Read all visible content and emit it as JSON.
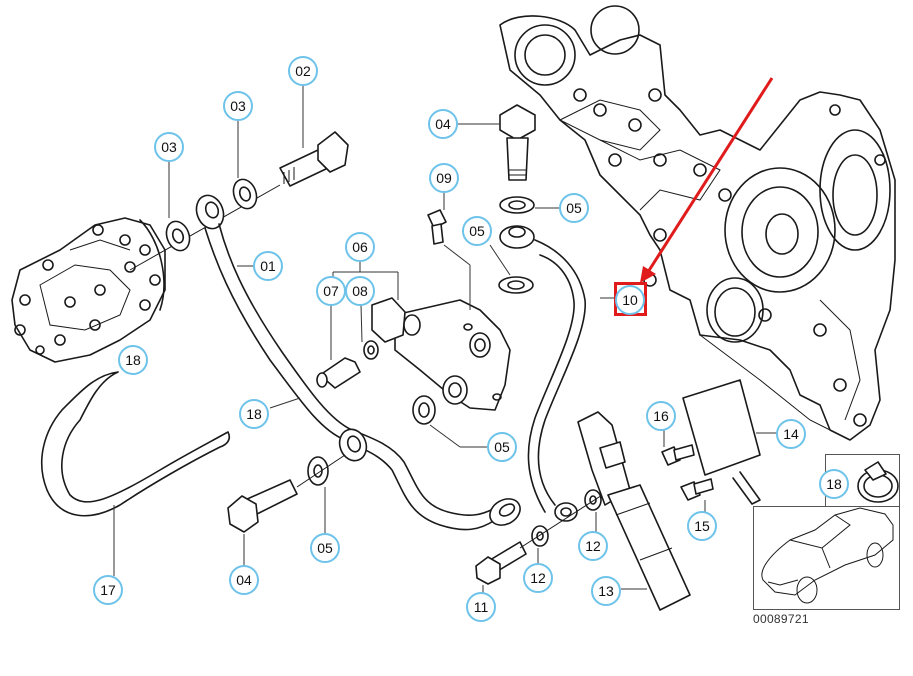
{
  "diagram": {
    "type": "exploded-parts-diagram",
    "subject": "Power steering pump pressure lines with pressure control valve and solenoid",
    "reference_number": "00089721",
    "accent_color": "#6ec3ea",
    "highlight_color": "#e01b1b",
    "highlighted_part": "10",
    "callouts": [
      {
        "id": "c01",
        "label": "01",
        "part": "pressure hose (pump to valve)"
      },
      {
        "id": "c02",
        "label": "02",
        "part": "hollow bolt"
      },
      {
        "id": "c03a",
        "label": "03",
        "part": "seal ring"
      },
      {
        "id": "c03b",
        "label": "03",
        "part": "seal ring"
      },
      {
        "id": "c04a",
        "label": "04",
        "part": "hollow bolt"
      },
      {
        "id": "c04b",
        "label": "04",
        "part": "hollow bolt"
      },
      {
        "id": "c05a",
        "label": "05",
        "part": "seal ring"
      },
      {
        "id": "c05b",
        "label": "05",
        "part": "seal ring"
      },
      {
        "id": "c05c",
        "label": "05",
        "part": "seal ring"
      },
      {
        "id": "c05d",
        "label": "05",
        "part": "seal ring"
      },
      {
        "id": "c06",
        "label": "06",
        "part": "valve block assembly"
      },
      {
        "id": "c07",
        "label": "07",
        "part": "hose connector"
      },
      {
        "id": "c08",
        "label": "08",
        "part": "seal ring"
      },
      {
        "id": "c09",
        "label": "09",
        "part": "bolt"
      },
      {
        "id": "c10",
        "label": "10",
        "part": "pressure line (valve to engine)"
      },
      {
        "id": "c11",
        "label": "11",
        "part": "hollow bolt"
      },
      {
        "id": "c12a",
        "label": "12",
        "part": "seal ring"
      },
      {
        "id": "c12b",
        "label": "12",
        "part": "seal ring"
      },
      {
        "id": "c13",
        "label": "13",
        "part": "solenoid valve"
      },
      {
        "id": "c14",
        "label": "14",
        "part": "bracket"
      },
      {
        "id": "c15",
        "label": "15",
        "part": "bolt"
      },
      {
        "id": "c16",
        "label": "16",
        "part": "bolt"
      },
      {
        "id": "c17",
        "label": "17",
        "part": "return hose"
      },
      {
        "id": "c18a",
        "label": "18",
        "part": "hose clamp"
      },
      {
        "id": "c18b",
        "label": "18",
        "part": "hose clamp"
      },
      {
        "id": "c18c",
        "label": "18",
        "part": "hose clamp (inset)"
      }
    ],
    "arrow": {
      "description": "red pointer arrow indicating part 10"
    }
  }
}
